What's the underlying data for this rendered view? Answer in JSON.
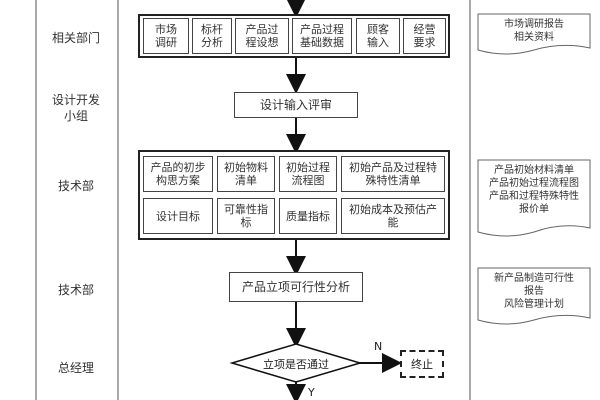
{
  "lanes": [
    {
      "label": "相关部门"
    },
    {
      "label": "设计开发\n小组"
    },
    {
      "label": "技术部"
    },
    {
      "label": "技术部"
    },
    {
      "label": "总经理"
    }
  ],
  "inputs": [
    {
      "label": "市场\n调研"
    },
    {
      "label": "标杆\n分析"
    },
    {
      "label": "产品过\n程设想"
    },
    {
      "label": "产品过程\n基础数据"
    },
    {
      "label": "顾客\n输入"
    },
    {
      "label": "经营\n要求"
    }
  ],
  "design_review": {
    "label": "设计输入评审"
  },
  "tech_items": [
    {
      "label": "产品的初步\n构思方案"
    },
    {
      "label": "初始物料\n清单"
    },
    {
      "label": "初始过程\n流程图"
    },
    {
      "label": "初始产品及过程特\n殊特性清单"
    },
    {
      "label": "设计目标"
    },
    {
      "label": "可靠性指\n标"
    },
    {
      "label": "质量指标"
    },
    {
      "label": "初始成本及预估产\n能"
    }
  ],
  "feasibility": {
    "label": "产品立项可行性分析"
  },
  "decision": {
    "label": "立项是否通过",
    "no": "N",
    "yes": "Y"
  },
  "end": {
    "label": "终止"
  },
  "docs": [
    {
      "label": "市场调研报告\n相关资料"
    },
    {
      "label": "产品初始材料清单\n产品初始过程流程图\n产品和过程特殊特性\n报价单"
    },
    {
      "label": "新产品制造可行性\n报告\n风险管理计划"
    }
  ]
}
